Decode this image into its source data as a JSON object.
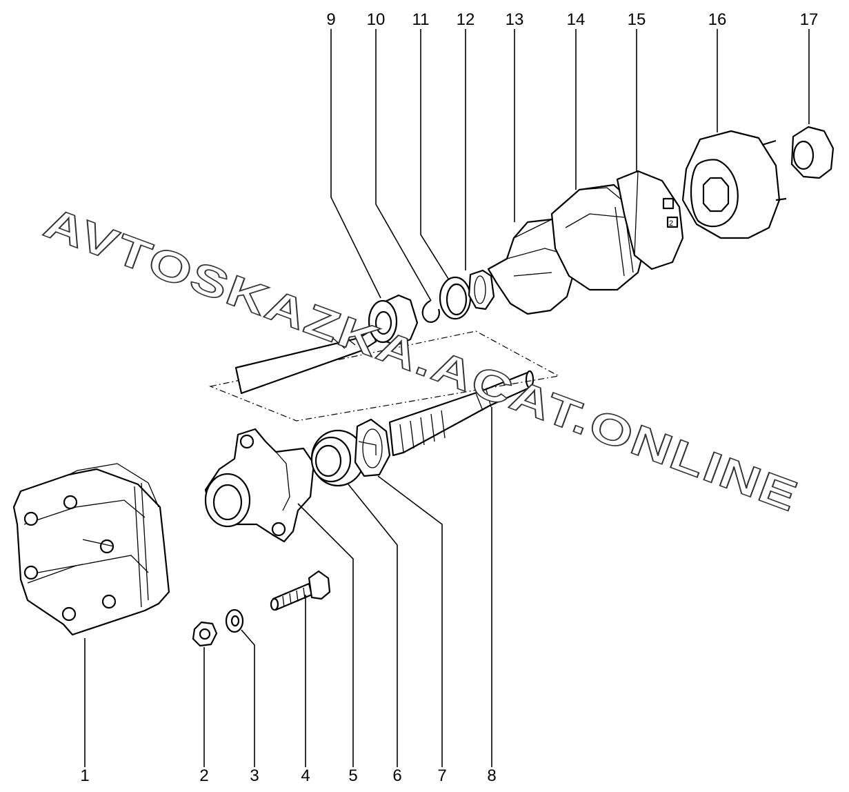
{
  "callouts": [
    "1",
    "2",
    "3",
    "4",
    "5",
    "6",
    "7",
    "8",
    "9",
    "10",
    "11",
    "12",
    "13",
    "14",
    "15",
    "16",
    "17"
  ],
  "watermark": "AVTOSKAZKA.ACAT.ONLINE",
  "part_markings": {
    "part15": "2"
  },
  "colors": {
    "line": "#000000",
    "background": "#ffffff",
    "watermark_outline": "#333333"
  }
}
